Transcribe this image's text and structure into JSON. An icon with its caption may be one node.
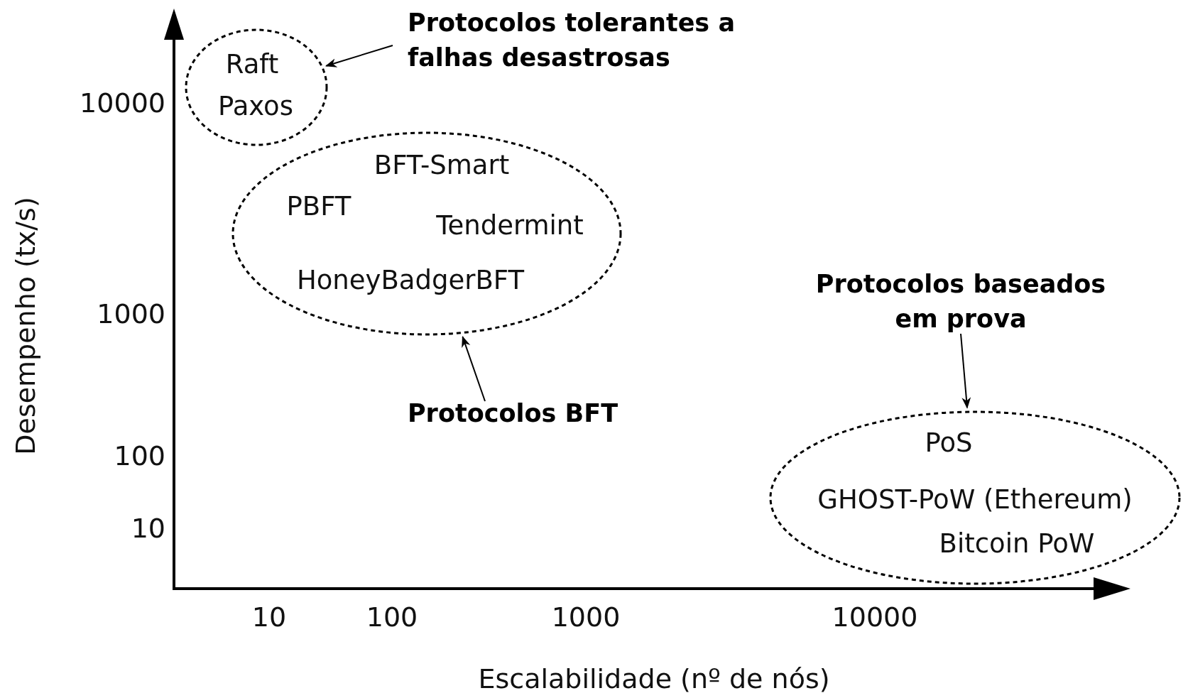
{
  "diagram": {
    "nodes": [
      {
        "text": [
          "Raft",
          "Paxos"
        ]
      },
      {
        "text": [
          "Protocolos tolerantes a falhas desastrosas"
        ]
      },
      {
        "text": [
          "BFT-Smart",
          "PBFT",
          "Tendermint",
          "HoneyBadgerBFT"
        ]
      },
      {
        "text": [
          "Protocolos BFT"
        ]
      },
      {
        "text": [
          "Protocolos baseados em prova"
        ]
      },
      {
        "text": [
          "PoS",
          "GHOST-PoW (Ethereum)",
          "Bitcoin PoW"
        ]
      }
    ],
    "edges": [
      {
        "from": 1,
        "to": 0,
        "arrow": "to"
      },
      {
        "from": 3,
        "to": 2,
        "arrow": "to"
      },
      {
        "from": 4,
        "to": 5,
        "arrow": "to"
      }
    ],
    "labels": [
      "10000",
      "1000",
      "100",
      "10",
      "Desempenho (tx/s)",
      "10",
      "100",
      "1000",
      "10000",
      "Escalabilidade (nº de nós)"
    ]
  }
}
